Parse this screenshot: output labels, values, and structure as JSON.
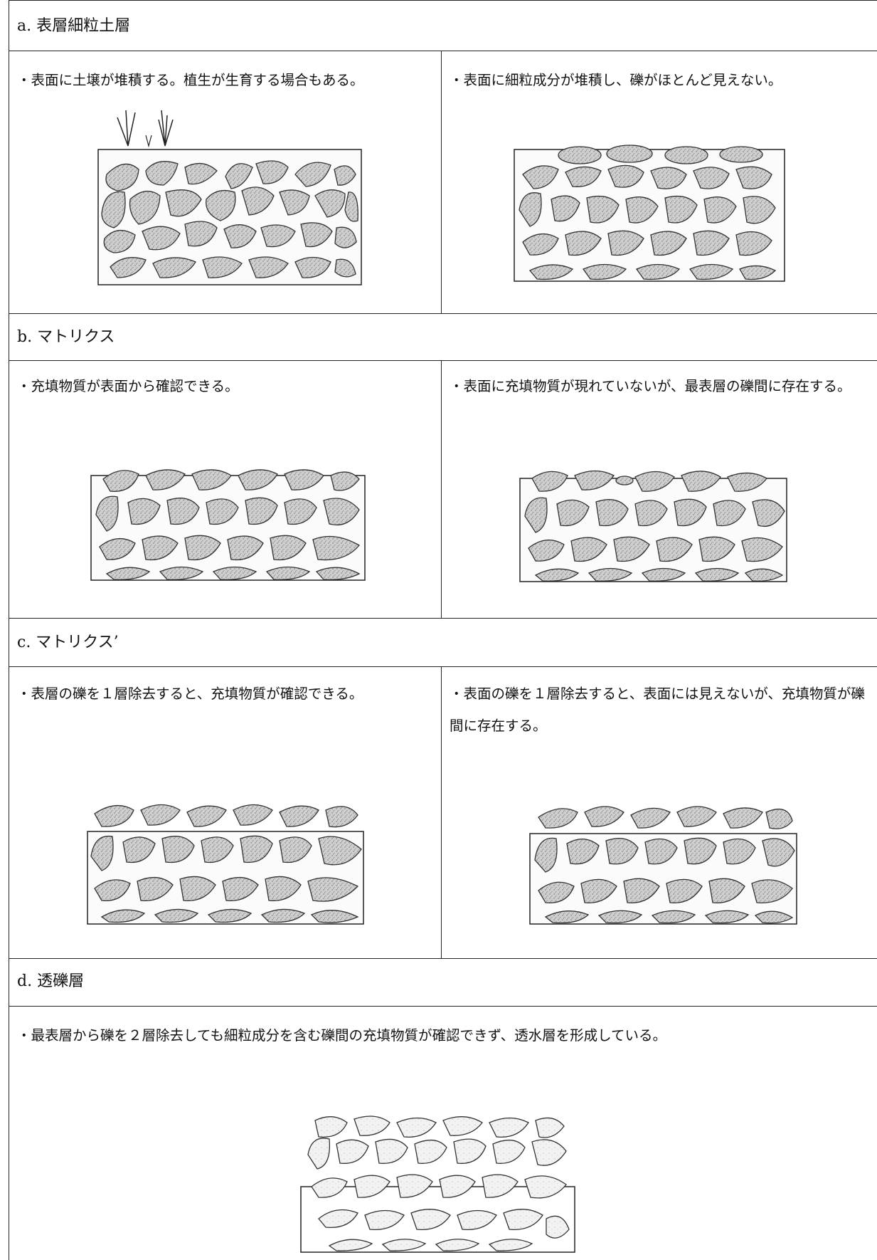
{
  "sections": [
    {
      "title": "a. 表層細粒土層",
      "cells": [
        "・表面に土壌が堆積する。植生が生育する場合もある。",
        "・表面に細粒成分が堆積し、礫がほとんど見えない。"
      ]
    },
    {
      "title": "b. マトリクス",
      "cells": [
        "・充填物質が表面から確認できる。",
        "・表面に充填物質が現れていないが、最表層の礫間に存在する。"
      ]
    },
    {
      "title": "c. マトリクス’",
      "cells": [
        "・表層の礫を１層除去すると、充填物質が確認できる。",
        "・表面の礫を１層除去すると、表面には見えないが、充填物質が礫間に存在する。"
      ]
    },
    {
      "title": "d. 透礫層",
      "cells": [
        "・最表層から礫を２層除去しても細粒成分を含む礫間の充填物質が確認できず、透水層を形成している。"
      ]
    }
  ],
  "colors": {
    "line": "#222222",
    "stone_fill": "#c9c9c9",
    "stone_fill_light": "#ededed",
    "matrix": "#f7f7f7"
  },
  "icons": {
    "grass": "vegetation-grass-icon"
  }
}
